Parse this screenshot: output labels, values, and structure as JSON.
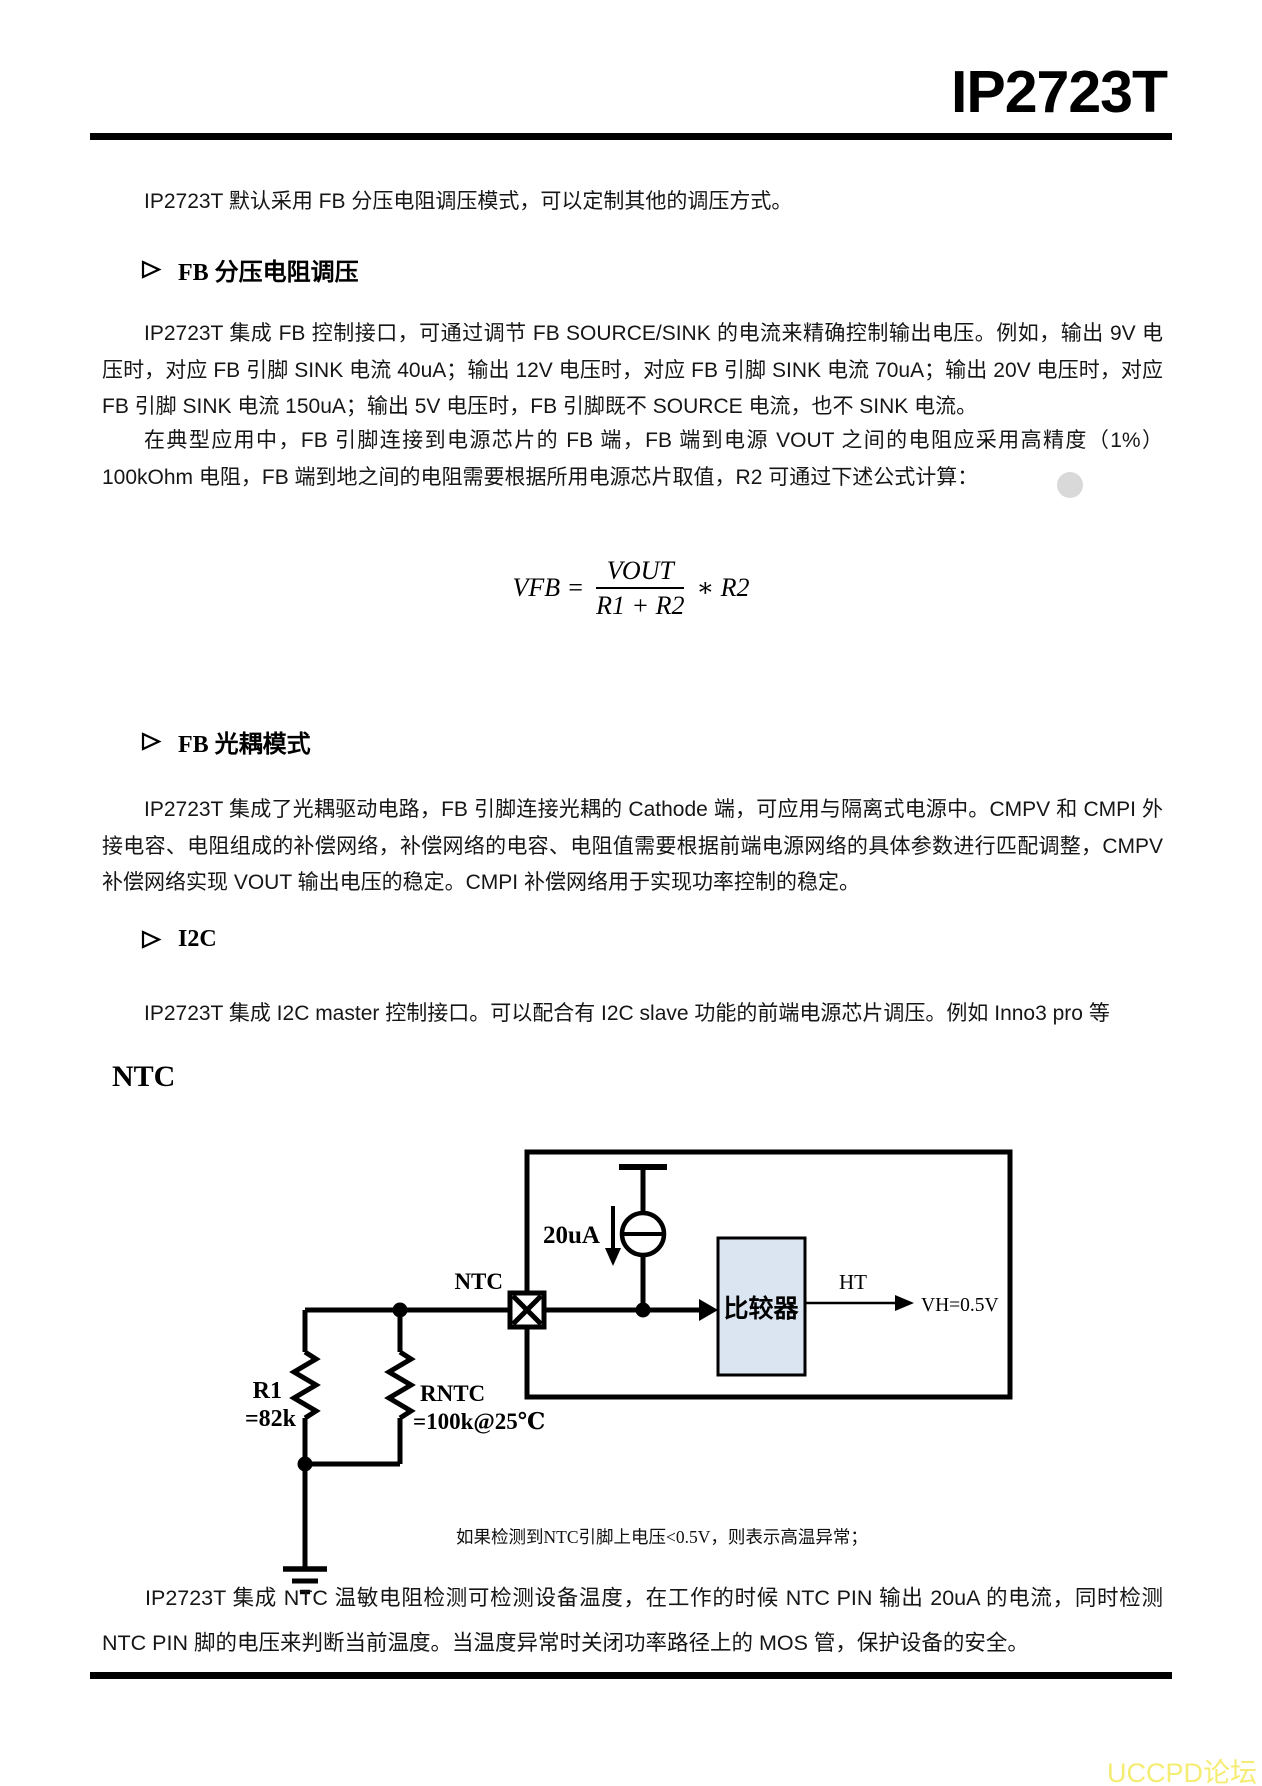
{
  "header": {
    "title": "IP2723T"
  },
  "intro": {
    "text": "IP2723T 默认采用 FB 分压电阻调压模式，可以定制其他的调压方式。"
  },
  "sections": [
    {
      "heading": "FB 分压电阻调压",
      "p1": "IP2723T 集成 FB 控制接口，可通过调节 FB SOURCE/SINK 的电流来精确控制输出电压。例如，输出 9V 电压时，对应 FB 引脚 SINK 电流 40uA；输出 12V 电压时，对应 FB 引脚 SINK 电流 70uA；输出 20V 电压时，对应 FB 引脚 SINK 电流 150uA；输出 5V 电压时，FB 引脚既不 SOURCE 电流，也不 SINK 电流。",
      "p2": "在典型应用中，FB 引脚连接到电源芯片的 FB 端，FB 端到电源 VOUT 之间的电阻应采用高精度（1%）100kOhm 电阻，FB 端到地之间的电阻需要根据所用电源芯片取值，R2 可通过下述公式计算："
    },
    {
      "heading": "FB 光耦模式",
      "p1": "IP2723T 集成了光耦驱动电路，FB 引脚连接光耦的 Cathode 端，可应用与隔离式电源中。CMPV 和 CMPI 外接电容、电阻组成的补偿网络，补偿网络的电容、电阻值需要根据前端电源网络的具体参数进行匹配调整，CMPV 补偿网络实现 VOUT 输出电压的稳定。CMPI 补偿网络用于实现功率控制的稳定。"
    },
    {
      "heading": "I2C",
      "p1": "IP2723T 集成 I2C master 控制接口。可以配合有 I2C slave 功能的前端电源芯片调压。例如 Inno3 pro 等"
    }
  ],
  "formula": {
    "lhs": "VFB =",
    "numerator": "VOUT",
    "denominator": "R1 + R2",
    "rhs": "∗ R2"
  },
  "ntc_section": {
    "heading": "NTC",
    "diagram": {
      "current_source_label": "20uA",
      "pin_label": "NTC",
      "comparator_label": "比较器",
      "output_label": "HT",
      "threshold_label": "VH=0.5V",
      "r1_name": "R1",
      "r1_value": "=82k",
      "rntc_name": "RNTC",
      "rntc_value": "=100k@25℃",
      "note": "如果检测到NTC引脚上电压<0.5V，则表示高温异常；"
    },
    "paragraph": "IP2723T 集成 NTC 温敏电阻检测可检测设备温度，在工作的时候 NTC PIN 输出 20uA 的电流，同时检测 NTC PIN 脚的电压来判断当前温度。当温度异常时关闭功率路径上的 MOS 管，保护设备的安全。"
  },
  "footer": {
    "watermark": "UCCPD论坛"
  },
  "colors": {
    "comparator_fill": "#dbe5f1",
    "watermark_text": "#f5ec74",
    "line": "#000000"
  },
  "icons": {
    "bullet": "arrowhead-right",
    "pin": "crossed-square",
    "current_source": "circle-with-bar",
    "ground": "three-bar-ground"
  }
}
